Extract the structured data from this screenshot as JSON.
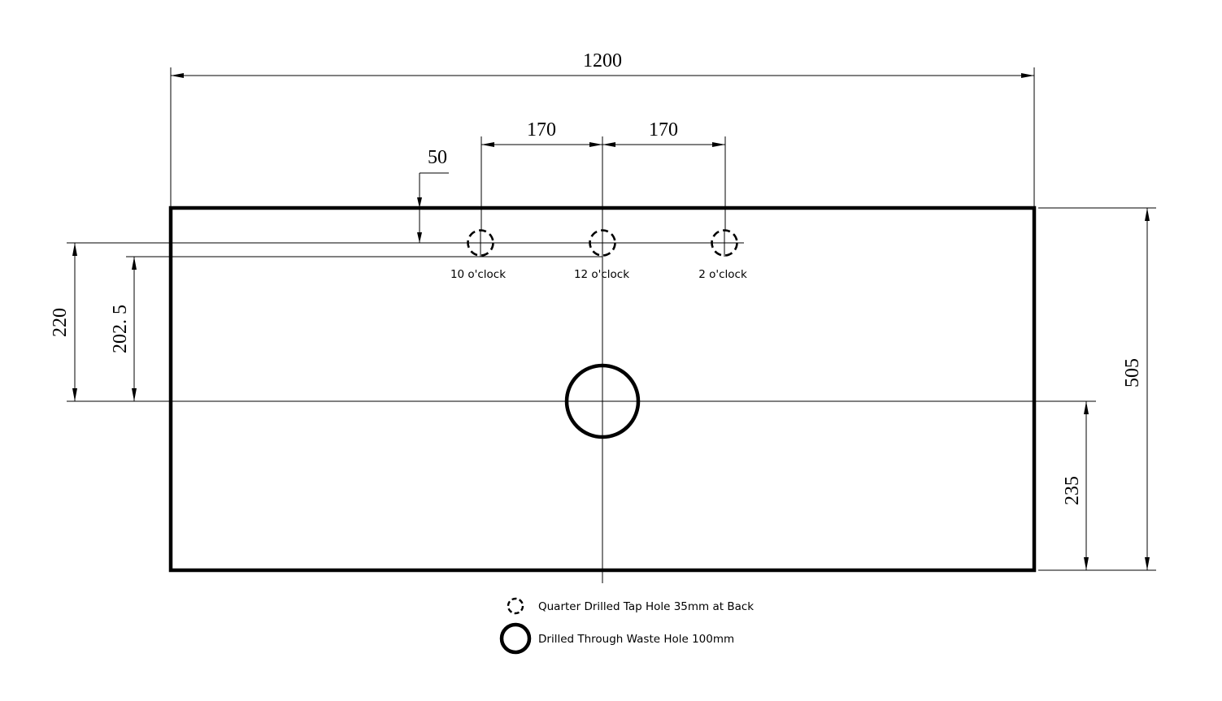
{
  "dimensions": {
    "overall_width": "1200",
    "tap_spacing_left": "170",
    "tap_spacing_right": "170",
    "tap_offset_from_back": "50",
    "tap_to_waste_outer": "220",
    "tap_to_waste_inner": "202. 5",
    "overall_depth": "505",
    "waste_to_front": "235"
  },
  "tap_holes": [
    {
      "label": "10 o'clock"
    },
    {
      "label": "12 o'clock"
    },
    {
      "label": "2 o'clock"
    }
  ],
  "legend": {
    "tap_hole": "Quarter Drilled Tap Hole 35mm at Back",
    "waste_hole": "Drilled Through Waste Hole 100mm"
  }
}
